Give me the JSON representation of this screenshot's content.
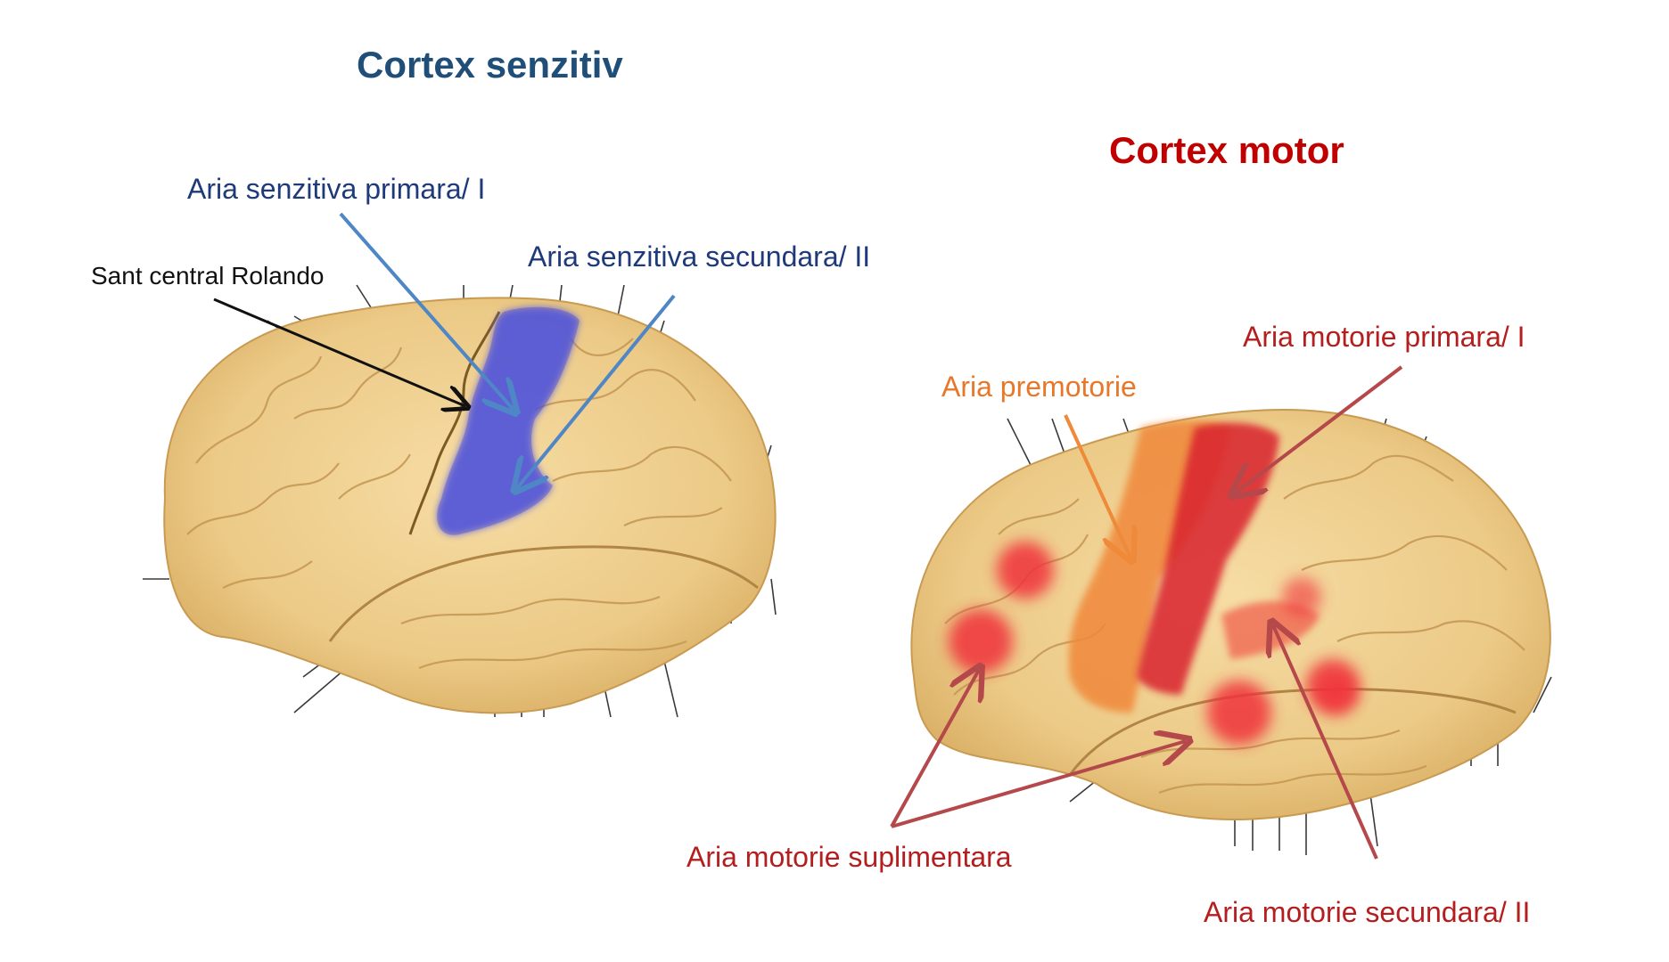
{
  "sensory": {
    "title": "Cortex senzitiv",
    "primary_label": "Aria senzitiva primara/ I",
    "secondary_label": "Aria senzitiva secundara/ II",
    "central_sulcus_label": "Sant central Rolando"
  },
  "motor": {
    "title": "Cortex motor",
    "premotor_label": "Aria premotorie",
    "primary_label": "Aria motorie primara/ I",
    "supplementary_label": "Aria motorie suplimentara",
    "secondary_label": "Aria motorie secundara/ II"
  },
  "colors": {
    "sensory_title": "#1f4e79",
    "motor_title": "#c00000",
    "sensory_area": "#5a5fe0",
    "premotor_area": "#f0883a",
    "motor_primary_area": "#d9242d",
    "motor_hotspot": "#f0303a",
    "sensory_arrow": "#4f86c6",
    "motor_arrow": "#b5484a",
    "brain_fill": "#ecca87"
  }
}
